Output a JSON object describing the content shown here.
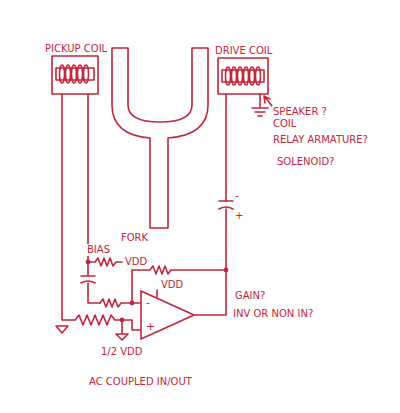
{
  "diagram": {
    "nodes": [
      {
        "text": [
          "PICKUP COIL"
        ]
      },
      {
        "text": [
          "DRIVE COIL"
        ]
      },
      {
        "text": [
          "-",
          "+"
        ]
      }
    ],
    "labels": [
      "SPEAKER ? COIL",
      "RELAY ARMATURE?",
      "SOLENOID?",
      "BIAS",
      "VDD",
      "FORK",
      "VDD",
      "-",
      "+",
      "GAIN?",
      "INV OR NON IN?",
      "1/2 VDD",
      "AC COUPLED IN/OUT"
    ]
  }
}
